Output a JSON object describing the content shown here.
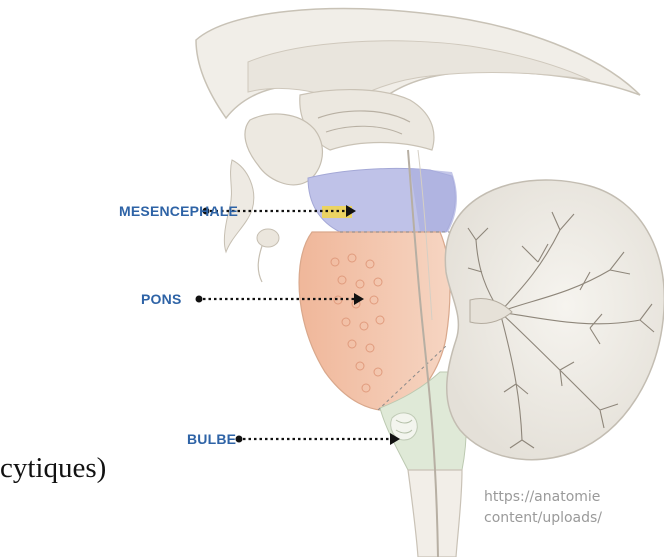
{
  "labels": {
    "mesencephale": "MESENCEPHALE",
    "pons": "PONS",
    "bulbe": "BULBE"
  },
  "side_text": "cytiques)",
  "source": {
    "line1": "https://anatomie",
    "line2": "content/uploads/"
  },
  "colors": {
    "label": "#2e63a6",
    "mesencephale": "#b9bde6",
    "pons": "#f3c9b1",
    "bulbe": "#dbe8d4",
    "tissue": "#f1ede6",
    "arrow_head": "#f2d64a"
  }
}
